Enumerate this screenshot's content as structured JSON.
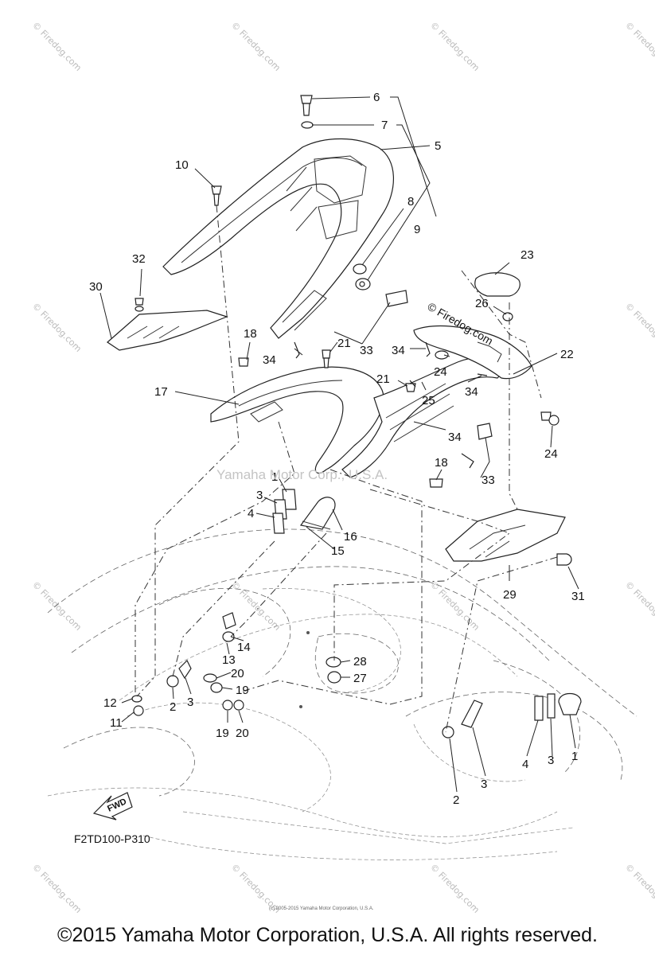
{
  "diagram": {
    "code": "F2TD100-P310",
    "fwd_label": "FWD",
    "center_watermark": "Yamaha Motor Corp., U.S.A.",
    "small_copyright": "(c) 2005-2015 Yamaha Motor Corporation, U.S.A.",
    "brand_mark": "© Firedog.com",
    "watermark_text": "© Firedog.com",
    "callouts": [
      {
        "id": "c6",
        "label": "6"
      },
      {
        "id": "c7",
        "label": "7"
      },
      {
        "id": "c5",
        "label": "5"
      },
      {
        "id": "c10",
        "label": "10"
      },
      {
        "id": "c8",
        "label": "8"
      },
      {
        "id": "c9",
        "label": "9"
      },
      {
        "id": "c23",
        "label": "23"
      },
      {
        "id": "c32",
        "label": "32"
      },
      {
        "id": "c30",
        "label": "30"
      },
      {
        "id": "c26",
        "label": "26"
      },
      {
        "id": "c18a",
        "label": "18"
      },
      {
        "id": "c33a",
        "label": "33"
      },
      {
        "id": "c34a",
        "label": "34"
      },
      {
        "id": "c34b",
        "label": "34"
      },
      {
        "id": "c21a",
        "label": "21"
      },
      {
        "id": "c22",
        "label": "22"
      },
      {
        "id": "c24a",
        "label": "24"
      },
      {
        "id": "c21b",
        "label": "21"
      },
      {
        "id": "c34c",
        "label": "34"
      },
      {
        "id": "c25",
        "label": "25"
      },
      {
        "id": "c17",
        "label": "17"
      },
      {
        "id": "c34d",
        "label": "34"
      },
      {
        "id": "c24b",
        "label": "24"
      },
      {
        "id": "c18b",
        "label": "18"
      },
      {
        "id": "c33b",
        "label": "33"
      },
      {
        "id": "c1a",
        "label": "1"
      },
      {
        "id": "c3a",
        "label": "3"
      },
      {
        "id": "c4a",
        "label": "4"
      },
      {
        "id": "c16",
        "label": "16"
      },
      {
        "id": "c15",
        "label": "15"
      },
      {
        "id": "c29",
        "label": "29"
      },
      {
        "id": "c31",
        "label": "31"
      },
      {
        "id": "c14",
        "label": "14"
      },
      {
        "id": "c13",
        "label": "13"
      },
      {
        "id": "c28",
        "label": "28"
      },
      {
        "id": "c27",
        "label": "27"
      },
      {
        "id": "c20a",
        "label": "20"
      },
      {
        "id": "c19a",
        "label": "19"
      },
      {
        "id": "c12",
        "label": "12"
      },
      {
        "id": "c11",
        "label": "11"
      },
      {
        "id": "c2a",
        "label": "2"
      },
      {
        "id": "c3b",
        "label": "3"
      },
      {
        "id": "c19b",
        "label": "19"
      },
      {
        "id": "c20b",
        "label": "20"
      },
      {
        "id": "c4b",
        "label": "4"
      },
      {
        "id": "c3c",
        "label": "3"
      },
      {
        "id": "c1b",
        "label": "1"
      },
      {
        "id": "c3d",
        "label": "3"
      },
      {
        "id": "c2b",
        "label": "2"
      }
    ]
  },
  "footer": {
    "copyright": "©2015 Yamaha Motor Corporation, U.S.A. All rights reserved."
  }
}
